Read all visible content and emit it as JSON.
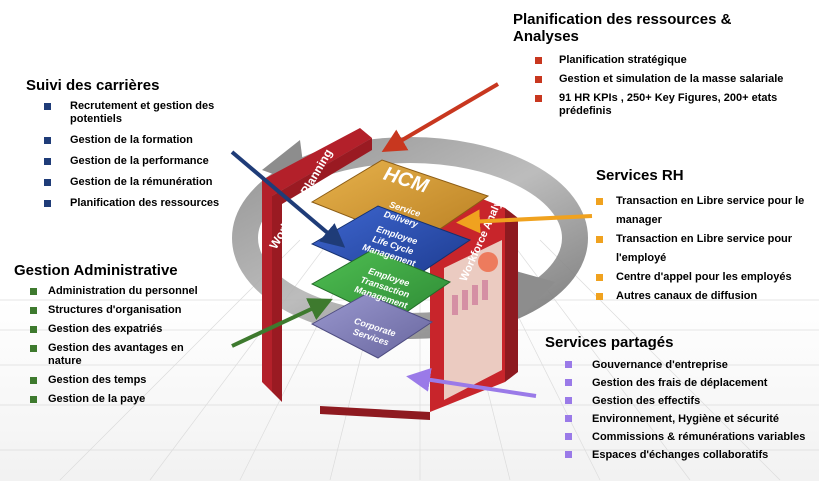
{
  "colors": {
    "navy": "#1f3c78",
    "green": "#3e7a2e",
    "red": "#c8371f",
    "orange": "#f0a21f",
    "violet": "#9a7ae8",
    "cube_red": "#c8252b",
    "hcm_layer": "#d8a13c",
    "employee_layer": "#2c4fb0",
    "transaction_layer": "#3fa844",
    "corporate_layer": "#7e7cb8"
  },
  "panels": {
    "suivi": {
      "title": "Suivi des carrières",
      "items": [
        "Recrutement et gestion des potentiels",
        "Gestion  de la formation",
        "Gestion de la performance",
        "Gestion de la rémunération",
        "Planification des ressources"
      ]
    },
    "admin": {
      "title": "Gestion Administrative",
      "items": [
        "Administration du personnel",
        "Structures d'organisation",
        "Gestion des expatriés",
        "Gestion des avantages en nature",
        "Gestion des temps",
        "Gestion de la paye"
      ]
    },
    "planif": {
      "title": "Planification des ressources & Analyses",
      "items": [
        "Planification stratégique",
        "Gestion et simulation de la masse salariale",
        "91 HR KPIs , 250+ Key Figures, 200+ etats prédefinis"
      ]
    },
    "rh": {
      "title": "Services RH",
      "items": [
        "Transaction en Libre service pour le manager",
        "Transaction en Libre service pour  l'employé",
        "Centre d'appel pour les employés",
        "Autres canaux de diffusion"
      ]
    },
    "sp": {
      "title": "Services partagés",
      "items": [
        "Gouvernance d'entreprise",
        "Gestion des frais de déplacement",
        "Gestion des effectifs",
        "Environnement, Hygiène et sécurité",
        "Commissions & rémunérations variables",
        "Espaces d'échanges collaboratifs"
      ]
    }
  },
  "cube": {
    "left_wall": "Workforce Planning",
    "right_wall": "Workforce Analytics",
    "hcm_title": "HCM",
    "hcm_sub_1": "Service",
    "hcm_sub_2": "Delivery",
    "employee_1": "Employee",
    "employee_2": "Life Cycle",
    "employee_3": "Management",
    "transaction_1": "Employee",
    "transaction_2": "Transaction",
    "transaction_3": "Management",
    "corporate_1": "Corporate",
    "corporate_2": "Services"
  }
}
